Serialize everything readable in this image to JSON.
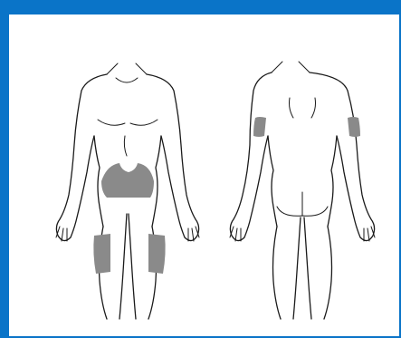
{
  "colors": {
    "frame_border": "#0a74c8",
    "background": "#ffffff",
    "injection_area": "#8a8a8a",
    "outline": "#1a1a1a"
  },
  "figures": [
    {
      "view": "front",
      "highlighted_regions": [
        "abdomen",
        "left-thigh",
        "right-thigh"
      ]
    },
    {
      "view": "back",
      "highlighted_regions": [
        "left-upper-arm",
        "right-upper-arm"
      ]
    }
  ]
}
